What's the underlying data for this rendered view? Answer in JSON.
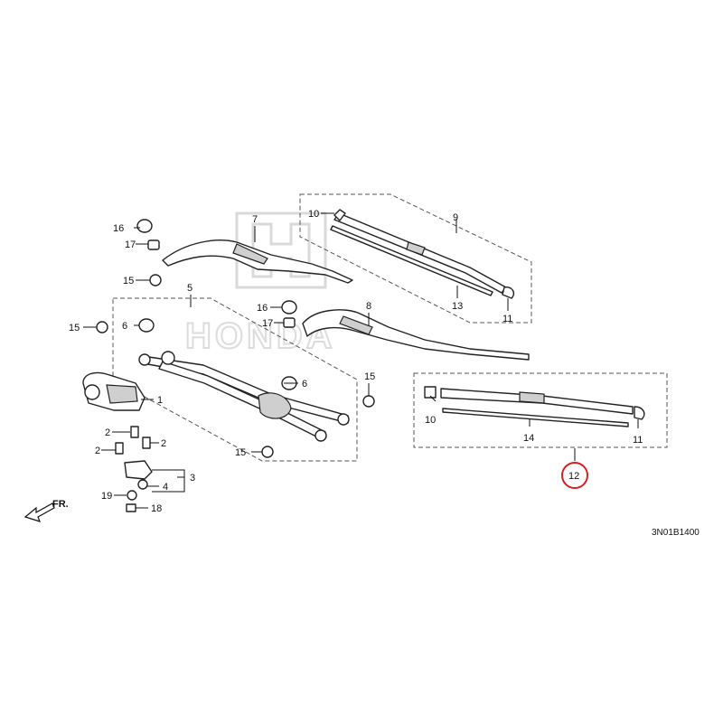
{
  "diagram": {
    "watermark_brand": "HONDA",
    "diagram_code": "3N01B1400",
    "front_marker": "FR.",
    "highlighted_part": "12",
    "highlight_color": "#d42020",
    "callouts": {
      "p1": "1",
      "p2a": "2",
      "p2b": "2",
      "p2c": "2",
      "p3": "3",
      "p4": "4",
      "p5": "5",
      "p6a": "6",
      "p6b": "6",
      "p7": "7",
      "p8": "8",
      "p9": "9",
      "p10a": "10",
      "p10b": "10",
      "p11a": "11",
      "p11b": "11",
      "p12": "12",
      "p13": "13",
      "p14": "14",
      "p15a": "15",
      "p15b": "15",
      "p15c": "15",
      "p15d": "15",
      "p16a": "16",
      "p16b": "16",
      "p17a": "17",
      "p17b": "17",
      "p18": "18",
      "p19": "19"
    }
  }
}
